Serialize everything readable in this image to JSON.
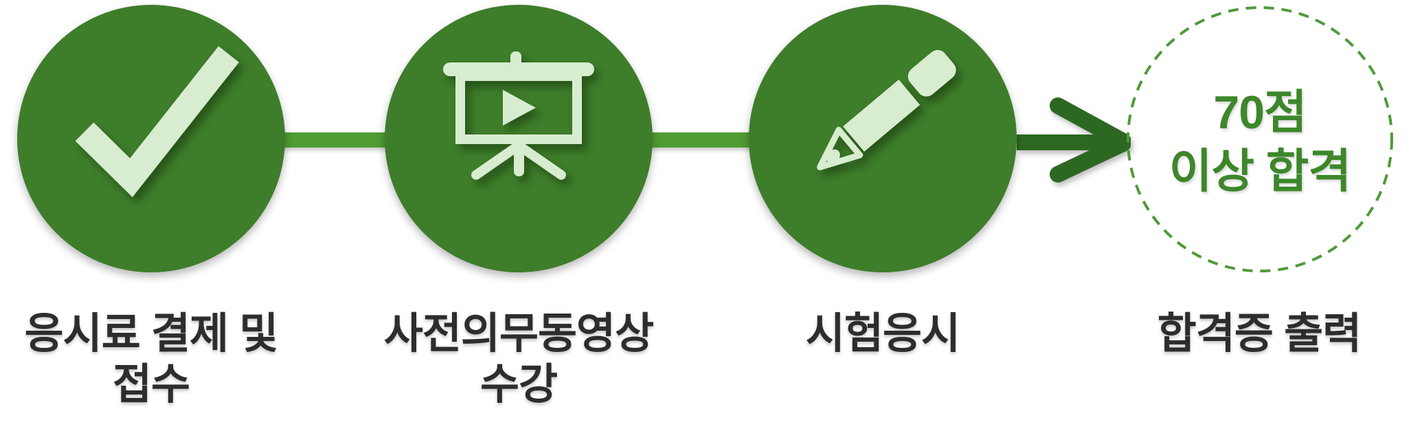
{
  "title": "exam-procedure-flow",
  "background": "#ffffff",
  "colors": {
    "background": "#ffffff",
    "circle_fill": "#3e7d2a",
    "icon_fill": "#d8ecd0",
    "connector": "#4f9c33",
    "arrow": "#2d6822",
    "dashed_stroke": "#4d9b38",
    "badge_text": "#3d872a",
    "label_text": "#2d2d2d"
  },
  "steps": [
    {
      "index": 1,
      "icon": "check-icon",
      "label": "응시료 결제 및\n접수"
    },
    {
      "index": 2,
      "icon": "presentation-screen-icon",
      "label": "사전의무동영상\n수강"
    },
    {
      "index": 3,
      "icon": "pencil-icon",
      "label": "시험응시"
    },
    {
      "index": 4,
      "icon": "dashed-circle",
      "badge": "70점\n이상 합격",
      "label": "합격증 출력"
    }
  ],
  "icons": [
    "check-icon",
    "presentation-screen-icon",
    "pencil-icon",
    "arrow-right-icon"
  ]
}
